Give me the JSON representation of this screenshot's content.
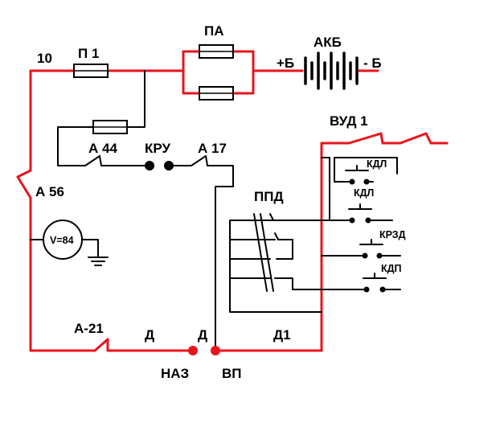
{
  "labels": {
    "wire_10": "10",
    "fuse_p1": "П 1",
    "fuse_pa": "ПА",
    "battery": "АКБ",
    "plus_b": "+Б",
    "minus_b": "- Б",
    "vud1": "ВУД 1",
    "a44": "А 44",
    "kru": "КРУ",
    "a17": "А 17",
    "a56": "А 56",
    "voltmeter": "V=84",
    "ppd": "ППД",
    "kdl_top": "КДЛ",
    "kdl_mid": "КДЛ",
    "krzd": "КРЗД",
    "kdp": "КДП",
    "a21": "А-21",
    "d_left": "Д",
    "d_right": "Д",
    "d1": "Д1",
    "naz": "НАЗ",
    "vp": "ВП"
  },
  "colors": {
    "power_wire": "#e8141c",
    "control_wire": "#000000",
    "terminal": "#e8141c",
    "contact_kru": "#000000"
  }
}
